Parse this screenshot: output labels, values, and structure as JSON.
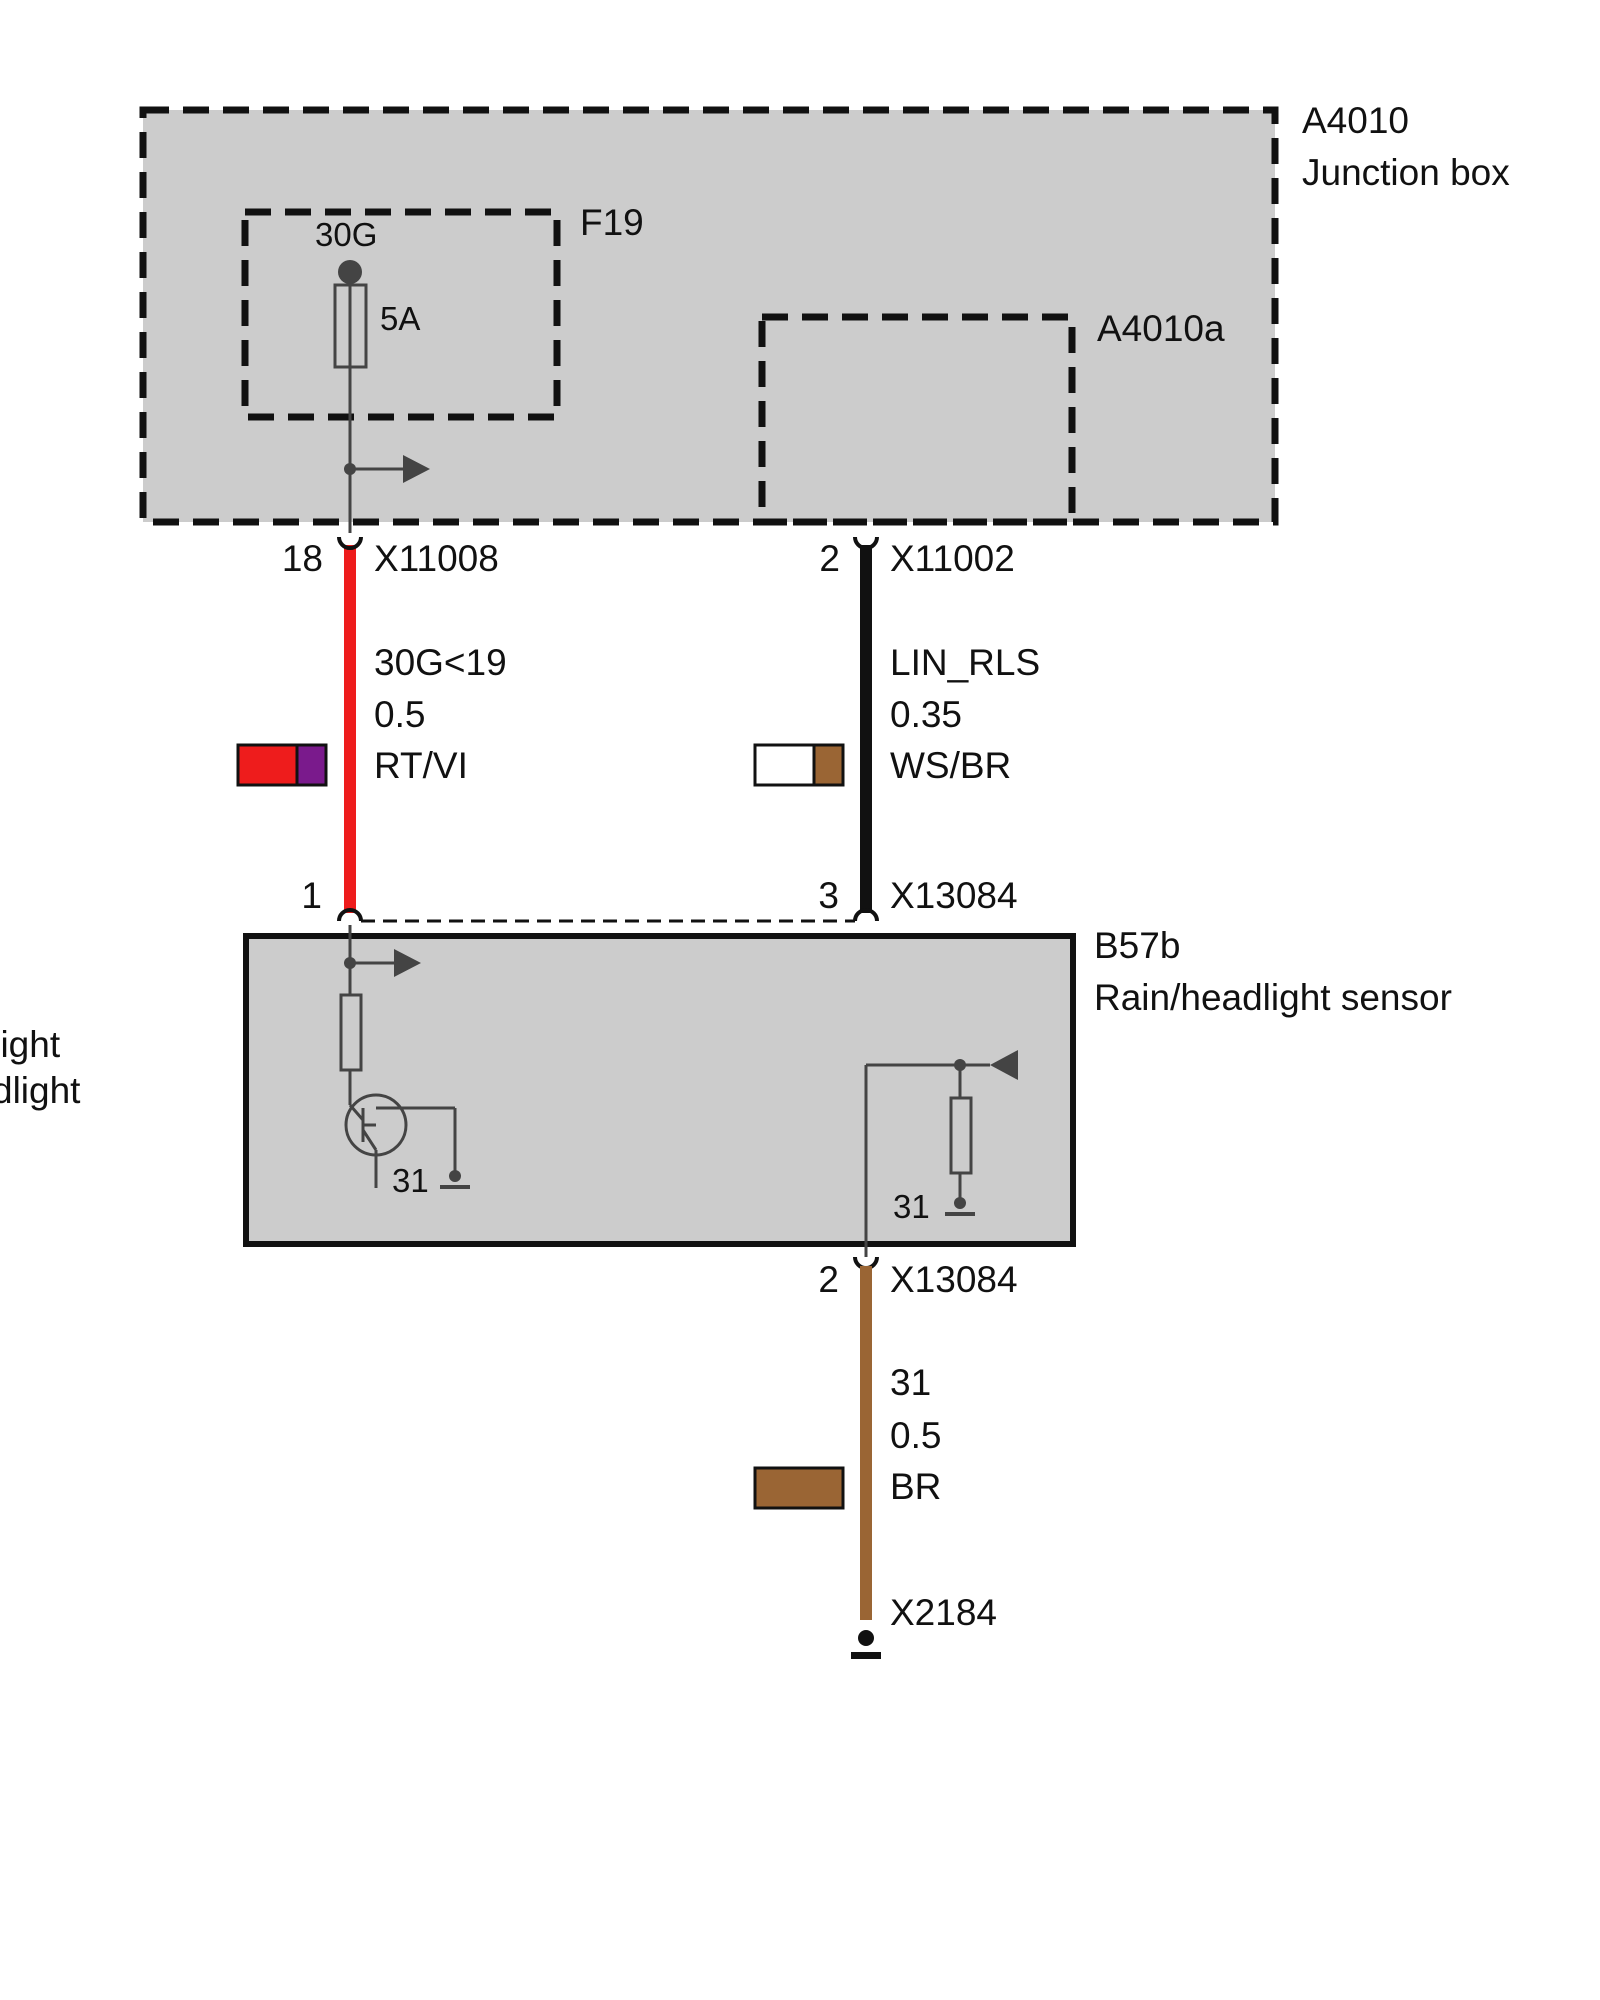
{
  "colors": {
    "background": "#ffffff",
    "box_fill": "#cccccc",
    "wire_red": "#ee1c1c",
    "wire_black": "#111111",
    "wire_brown": "#9a6534",
    "swatch_violet": "#7a1a8c",
    "swatch_white": "#ffffff",
    "swatch_brown": "#9a6534"
  },
  "junction_box": {
    "id": "A4010",
    "name": "Junction box",
    "fuse": {
      "id": "F19",
      "terminal": "30G",
      "rating": "5A"
    },
    "submodule": {
      "id": "A4010a"
    }
  },
  "sensor": {
    "id": "B57b",
    "name": "Rain/headlight sensor",
    "ground_left": "31",
    "ground_right": "31"
  },
  "wires": [
    {
      "from_pin": "18",
      "from_connector": "X11008",
      "to_pin": "1",
      "signal": "30G<19",
      "gauge": "0.5",
      "color_code": "RT/VI",
      "stroke": "#ee1c1c",
      "swatch": [
        "#ee1c1c",
        "#7a1a8c"
      ]
    },
    {
      "from_pin": "2",
      "from_connector": "X11002",
      "to_pin": "3",
      "to_connector": "X13084",
      "signal": "LIN_RLS",
      "gauge": "0.35",
      "color_code": "WS/BR",
      "stroke": "#111111",
      "swatch": [
        "#ffffff",
        "#9a6534"
      ]
    },
    {
      "from_pin": "2",
      "from_connector": "X13084",
      "to_connector": "X2184",
      "signal": "31",
      "gauge": "0.5",
      "color_code": "BR",
      "stroke": "#9a6534",
      "swatch": [
        "#9a6534"
      ]
    }
  ],
  "cropped_left_text": [
    "llight",
    "dlight"
  ]
}
